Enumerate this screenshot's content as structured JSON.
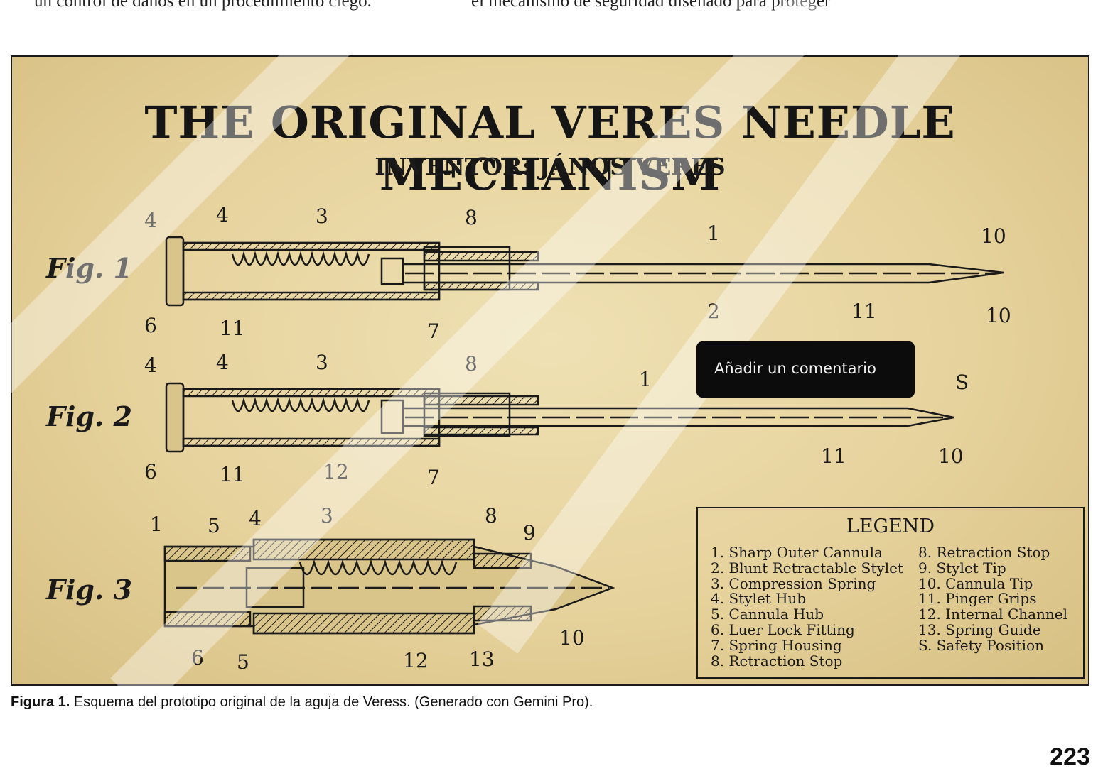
{
  "top_text": {
    "left": "un control de daños en un procedimiento ciego.",
    "right": "el mecanismo de seguridad diseñado para proteger"
  },
  "figure": {
    "title": "THE ORIGINAL VERES NEEDLE MECHANISM",
    "subtitle": "INVENTOR: JÁNOS VERES",
    "fig1_label": "Fig. 1",
    "fig2_label": "Fig. 2",
    "fig3_label": "Fig. 3",
    "callouts": {
      "f1": [
        "4",
        "4",
        "3",
        "8",
        "1",
        "10",
        "6",
        "11",
        "7",
        "2",
        "11",
        "10"
      ],
      "f2": [
        "4",
        "4",
        "3",
        "8",
        "1",
        "S",
        "6",
        "11",
        "12",
        "7",
        "11",
        "10"
      ],
      "f3": [
        "1",
        "5",
        "4",
        "3",
        "8",
        "9",
        "6",
        "5",
        "12",
        "13",
        "10"
      ]
    },
    "colors": {
      "paper": "#e9d6a2",
      "ink": "#1a1a1a"
    }
  },
  "legend": {
    "title": "LEGEND",
    "col1": [
      "1. Sharp Outer Cannula",
      "2. Blunt Retractable Stylet",
      "3. Compression Spring",
      "4. Stylet Hub",
      "5. Cannula Hub",
      "6. Luer Lock Fitting",
      "7. Spring Housing",
      "8. Retraction Stop"
    ],
    "col2": [
      "8. Retraction Stop",
      "9. Stylet Tip",
      "10. Cannula Tip",
      "11. Pinger Grips",
      "12. Internal Channel",
      "13. Spring Guide",
      "S. Safety Position"
    ]
  },
  "tooltip": {
    "text": "Añadir un comentario"
  },
  "caption": {
    "label": "Figura 1.",
    "text": " Esquema del prototipo original de la aguja de Veress. (Generado con Gemini Pro)."
  },
  "footer": {
    "page": "223"
  }
}
